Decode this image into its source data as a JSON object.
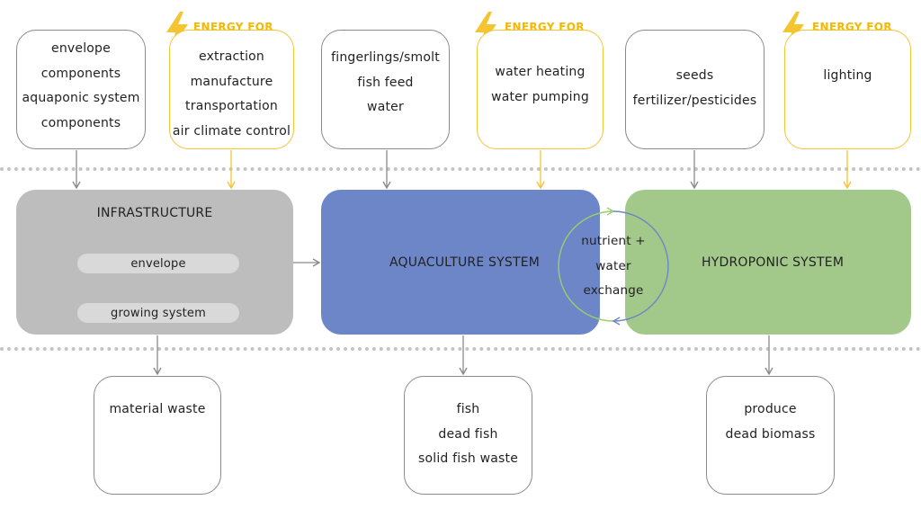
{
  "inputs": [
    {
      "lines": [
        "envelope",
        "components",
        "aquaponic system",
        "components"
      ]
    },
    {
      "lines": [
        "fingerlings/smolt",
        "fish feed",
        "water"
      ]
    },
    {
      "lines": [
        "seeds",
        "fertilizer/pesticides"
      ]
    }
  ],
  "energy_label": "ENERGY FOR",
  "energy": [
    {
      "lines": [
        "extraction",
        "manufacture",
        "transportation",
        "air climate control"
      ]
    },
    {
      "lines": [
        "water heating",
        "water pumping"
      ]
    },
    {
      "lines": [
        "lighting"
      ]
    }
  ],
  "infrastructure": {
    "title": "INFRASTRUCTURE",
    "components": [
      "envelope",
      "growing system"
    ],
    "color": "#bdbdbd"
  },
  "aquaculture": {
    "title": "AQUACULTURE SYSTEM",
    "color": "#6d86c8"
  },
  "hydroponic": {
    "title": "HYDROPONIC SYSTEM",
    "color": "#a3c98a"
  },
  "exchange": {
    "lines": [
      "nutrient +",
      "water",
      "exchange"
    ]
  },
  "outputs": [
    {
      "lines": [
        "material waste"
      ]
    },
    {
      "lines": [
        "fish",
        "dead fish",
        "solid fish waste"
      ]
    },
    {
      "lines": [
        "produce",
        "dead biomass"
      ]
    }
  ],
  "colors": {
    "energy": "#f5c431",
    "arrow": "#8a8a8a",
    "divider": "#c4c4c4"
  },
  "icons": {
    "energy": "lightning-bolt-icon"
  }
}
